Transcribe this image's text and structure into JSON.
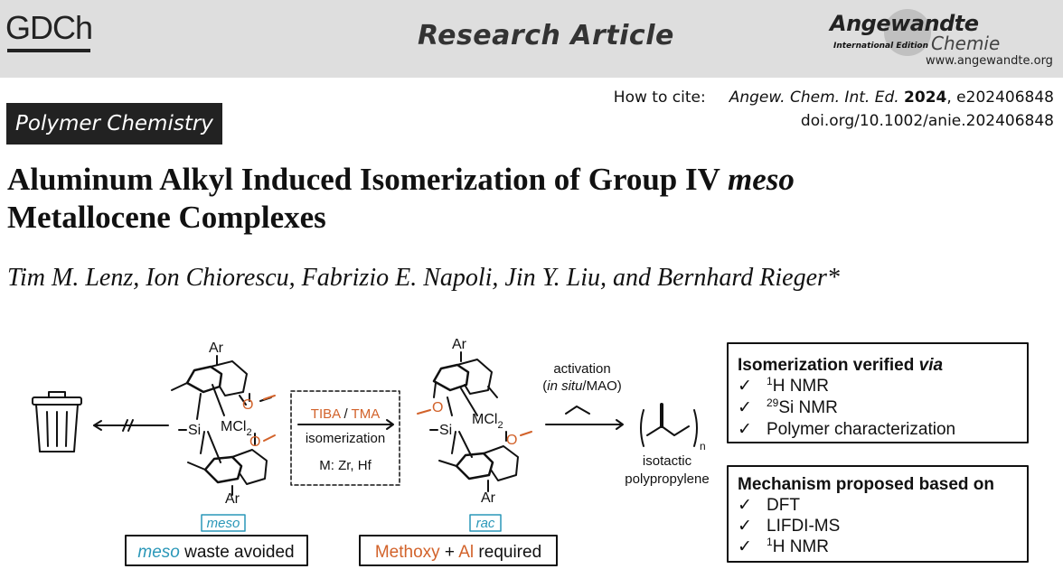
{
  "header": {
    "publisher": "GDCh",
    "section": "Research Article",
    "journal_brand": "Angewandte",
    "journal_edition": "International Edition",
    "journal_sub": "Chemie",
    "website": "www.angewandte.org"
  },
  "citation": {
    "label": "How to cite:",
    "journal": "Angew. Chem. Int. Ed.",
    "year": "2024",
    "article": ", e202406848",
    "doi": "doi.org/10.1002/anie.202406848"
  },
  "category": "Polymer Chemistry",
  "title": {
    "part1": "Aluminum Alkyl Induced Isomerization of Group IV ",
    "italic": "meso",
    "part2": "Metallocene Complexes"
  },
  "authors": "Tim M. Lenz, Ion Chiorescu, Fabrizio E. Napoli, Jin Y. Liu, and Bernhard Rieger*",
  "graphic": {
    "meso_label": "meso",
    "meso_box_italic": "meso",
    "meso_box_rest": " waste avoided",
    "rac_label": "rac",
    "req_word1": "Methoxy",
    "req_plus": " + ",
    "req_word2": "Al",
    "req_rest": " required",
    "reagent1": "TIBA",
    "reagent_sep": " / ",
    "reagent2": "TMA",
    "isomerization": "isomerization",
    "metals": "M: Zr, Hf",
    "activation": "activation",
    "activation_sub_italic": "in situ",
    "activation_sub_rest": "/MAO)",
    "activation_sub_open": "(",
    "product_line1": "isotactic",
    "product_line2": "polypropylene",
    "atom_ar": "Ar",
    "atom_si": "Si",
    "atom_m": "MCl",
    "atom_o": "O",
    "sub_2": "2",
    "sub_n": "n",
    "verify_title": "Isomerization verified ",
    "verify_title_italic": "via",
    "verify_items": [
      "H NMR",
      "Si NMR",
      "Polymer characterization"
    ],
    "verify_sups": [
      "1",
      "29",
      ""
    ],
    "mech_title": "Mechanism proposed based on",
    "mech_items": [
      "DFT",
      "LIFDI-MS",
      "H NMR"
    ],
    "mech_sups": [
      "",
      "",
      "1"
    ],
    "check": "✓",
    "colors": {
      "accent_blue": "#2a97b8",
      "accent_orange": "#d2622a",
      "band_gray": "#dedede"
    }
  }
}
